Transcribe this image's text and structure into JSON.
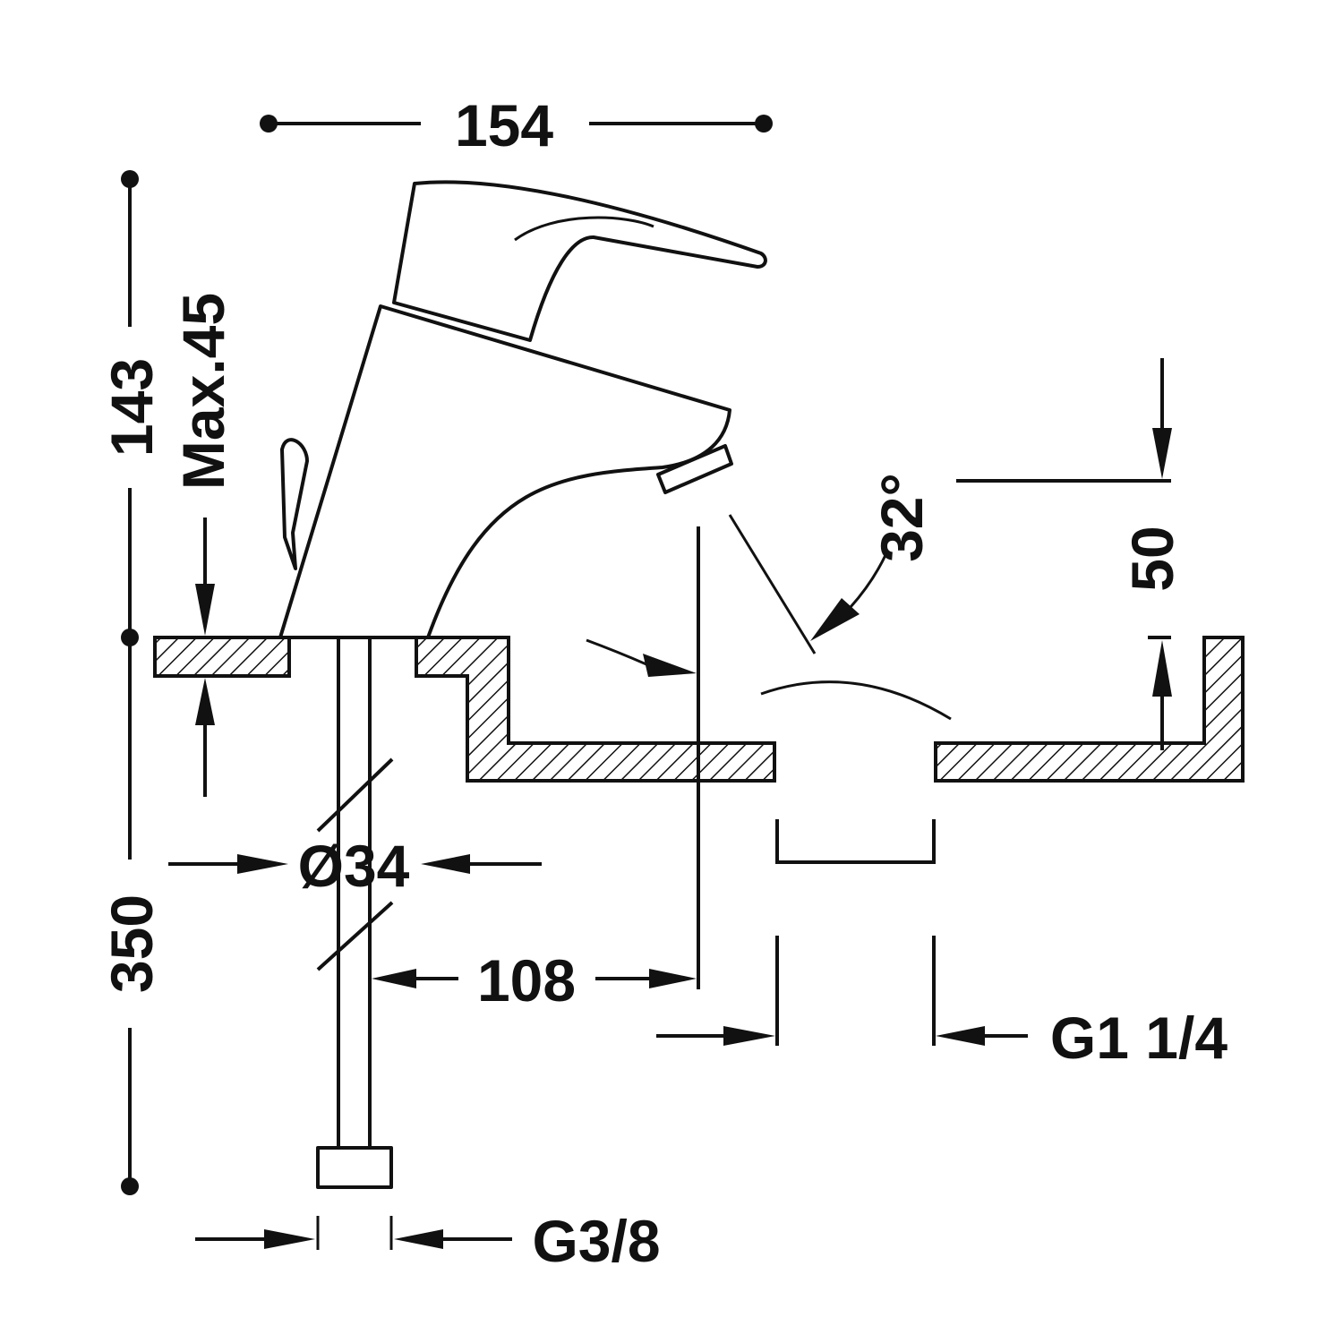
{
  "colors": {
    "line": "#111111",
    "background": "#ffffff"
  },
  "dimensions": {
    "width_total": "154",
    "height_total": "143",
    "deck_max": "Max.45",
    "hose_length": "350",
    "body_diameter": "Ø34",
    "spout_reach": "108",
    "spout_angle": "32°",
    "basin_depth": "50",
    "waste_thread": "G1 1/4",
    "supply_thread": "G3/8"
  }
}
